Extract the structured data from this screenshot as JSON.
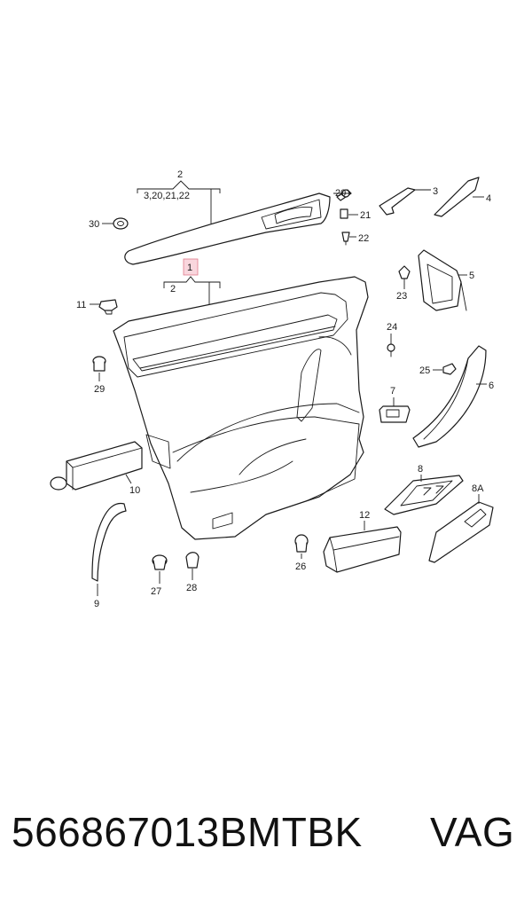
{
  "callouts": {
    "c1": "1",
    "c2a": "2",
    "c2b": "2",
    "c2group": "3,20,21,22",
    "c3": "3",
    "c4": "4",
    "c5": "5",
    "c6": "6",
    "c7": "7",
    "c8": "8",
    "c8a": "8A",
    "c9": "9",
    "c10": "10",
    "c11": "11",
    "c12": "12",
    "c20": "20",
    "c21": "21",
    "c22": "22",
    "c23": "23",
    "c24": "24",
    "c25": "25",
    "c26": "26",
    "c27": "27",
    "c28": "28",
    "c29": "29",
    "c30": "30"
  },
  "footer": {
    "part_number": "566867013BMTBK",
    "brand": "VAG"
  }
}
